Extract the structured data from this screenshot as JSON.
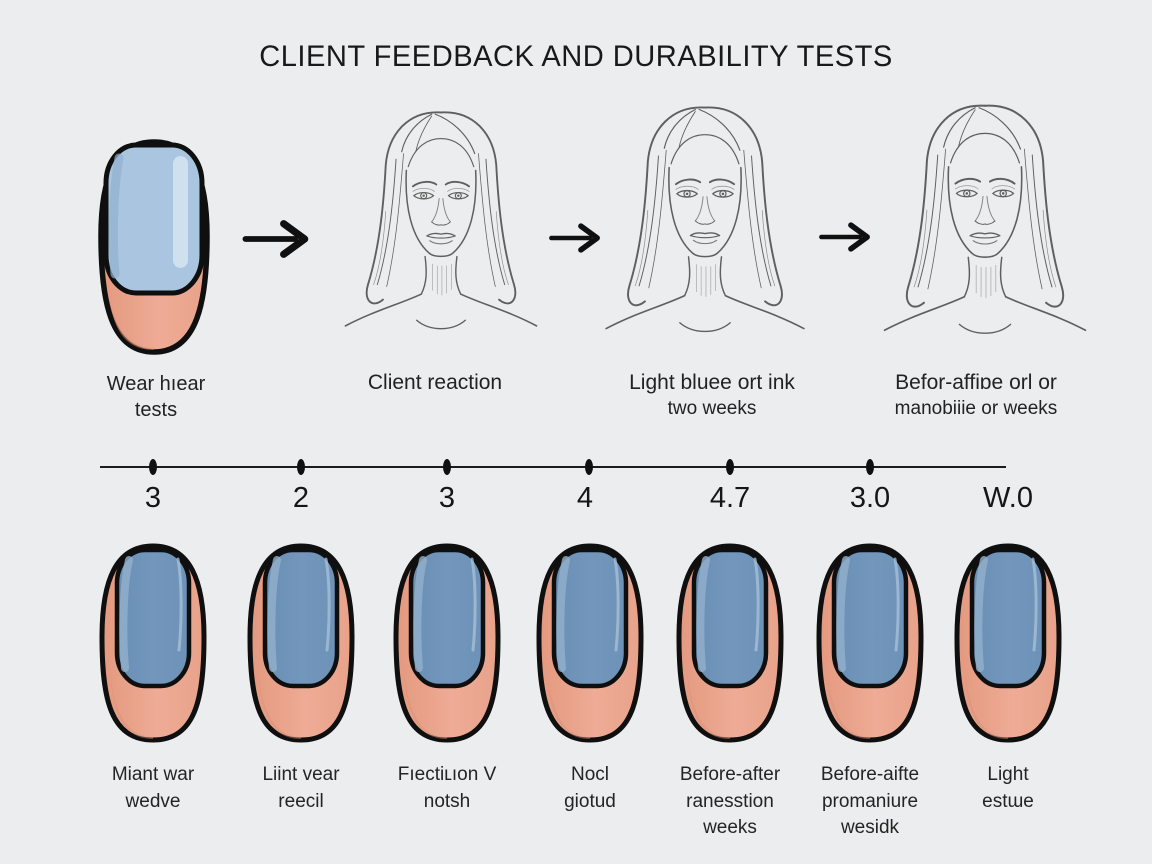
{
  "title": "CLIENT FEEDBACK AND DURABILITY TESTS",
  "colors": {
    "background": "#ecedee",
    "skin": "#eda791",
    "skin_shade": "#d88f76",
    "nail_light_blue": "#a9c5df",
    "nail_steel_blue": "#6e93b8",
    "outline": "#0f0f0f",
    "sketch_gray": "#5f5f5f",
    "text": "#1f1f1f"
  },
  "top_row": {
    "sample_label": {
      "line1": "Wear hıear",
      "line2": "tests"
    },
    "step_labels": [
      {
        "line1": "Client reaction",
        "line2": ""
      },
      {
        "line1": "Light bluee ort ink",
        "line2": "two weeks"
      },
      {
        "line1": "Befor-affiɒe orl or",
        "line2": "manobiiie or weeks"
      }
    ]
  },
  "timeline": {
    "ticks": [
      "3",
      "2",
      "3",
      "4",
      "4.7",
      "3.0",
      "W.0"
    ]
  },
  "bottom_row": [
    {
      "line1": "Miant war",
      "line2": "wedve",
      "line3": ""
    },
    {
      "line1": "Liint vear",
      "line2": "reecil",
      "line3": ""
    },
    {
      "line1": "Fıectiʟıon V",
      "line2": "notsh",
      "line3": ""
    },
    {
      "line1": "Nocl",
      "line2": "giotud",
      "line3": ""
    },
    {
      "line1": "Before-after",
      "line2": "ranesstion",
      "line3": "weeks"
    },
    {
      "line1": "Before-aifte",
      "line2": "promaniure",
      "line3": "wesidk"
    },
    {
      "line1": "Light",
      "line2": "estɯe",
      "line3": ""
    }
  ]
}
